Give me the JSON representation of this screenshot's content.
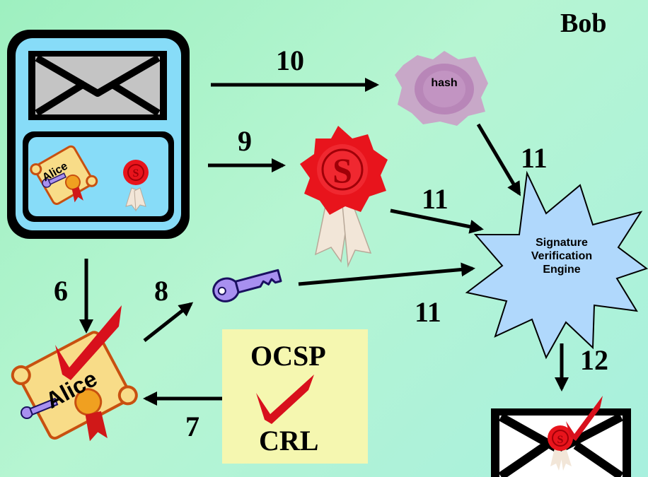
{
  "recipient_label": "Bob",
  "steps": {
    "step_6": "6",
    "step_7": "7",
    "step_8": "8",
    "step_9": "9",
    "step_10": "10",
    "step_11_top": "11",
    "step_11_mid": "11",
    "step_11_bottom": "11",
    "step_12": "12"
  },
  "hash_label": "hash",
  "engine_label_lines": [
    "Signature",
    "Verification",
    "Engine"
  ],
  "certificate_small_label": "Alice",
  "certificate_large_label": "Alice",
  "revocation": {
    "ocsp_label": "OCSP",
    "crl_label": "CRL"
  },
  "colors": {
    "message_card_fill": "#87dcf8",
    "engine_fill": "#b0d8fc",
    "hash_fill": "#c8a8c8",
    "seal_red": "#e8141c",
    "key_purple": "#a890f0",
    "check_red": "#d8101c",
    "ocsp_box_fill": "#f5f7b0"
  }
}
